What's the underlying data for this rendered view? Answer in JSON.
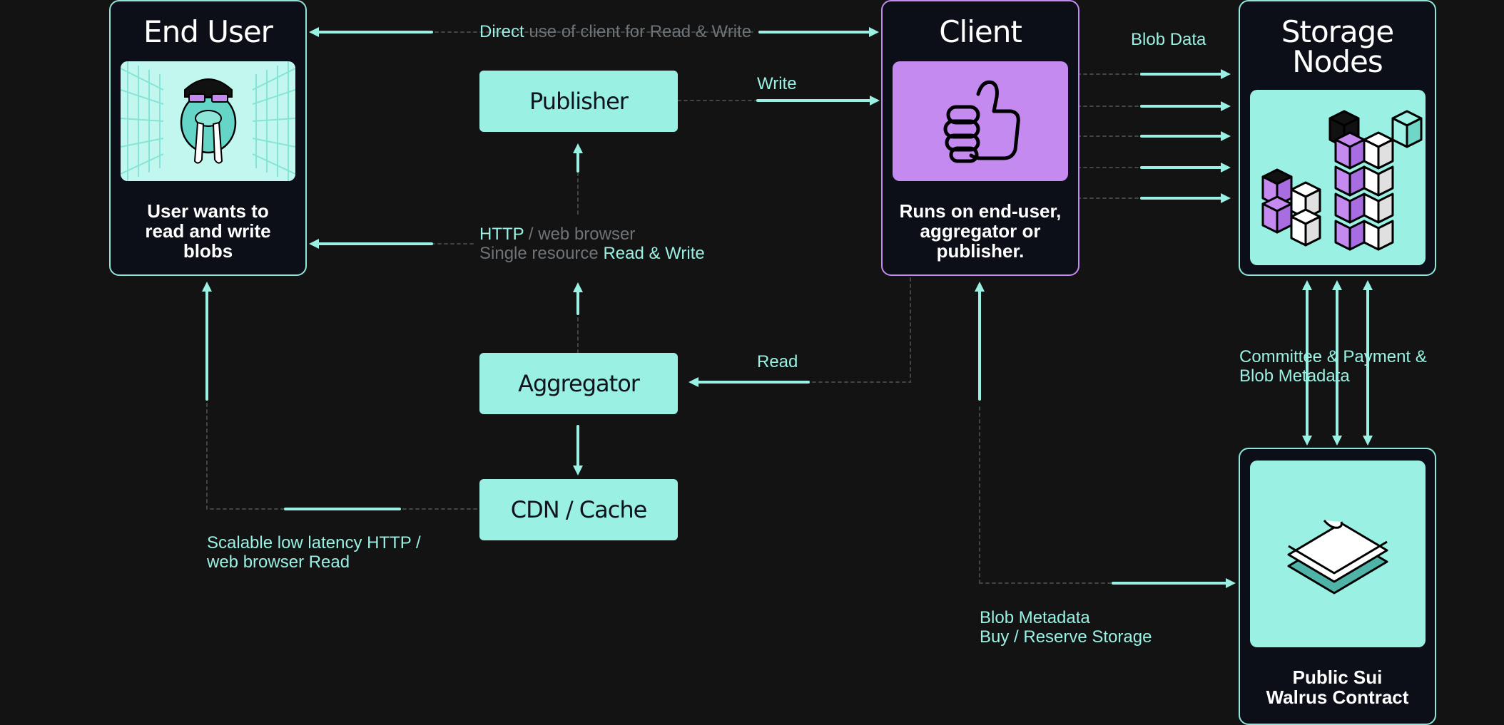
{
  "colors": {
    "background": "#131313",
    "teal": "#99f0e3",
    "purple": "#c48af0",
    "card_bg": "#0c0e18",
    "muted_text": "#6e7478"
  },
  "cards": {
    "end_user": {
      "title": "End User",
      "description": "User wants to read and write blobs",
      "icon": "walrus-mascot-icon"
    },
    "client": {
      "title": "Client",
      "description": "Runs on end-user, aggregator or publisher.",
      "icon": "thumbs-up-icon"
    },
    "storage_nodes": {
      "title": "Storage Nodes",
      "icon": "storage-cubes-icon"
    },
    "contract": {
      "description": "Public Sui Walrus Contract",
      "icon": "stacked-sheets-icon"
    }
  },
  "boxes": {
    "publisher": "Publisher",
    "aggregator": "Aggregator",
    "cdn_cache": "CDN / Cache"
  },
  "labels": {
    "direct_prefix": "Direct",
    "direct_rest": "use of client for Read & Write",
    "write": "Write",
    "blob_data": "Blob Data",
    "http": "HTTP",
    "web_browser": "/ web browser",
    "single_resource": "Single resource",
    "read_write": "Read & Write",
    "read": "Read",
    "committee": "Committee & Payment &",
    "committee_2": "Blob Metadata",
    "scalable_1": "Scalable low latency HTTP /",
    "scalable_2": "web browser Read",
    "blob_metadata": "Blob Metadata",
    "buy_reserve": "Buy / Reserve Storage"
  }
}
